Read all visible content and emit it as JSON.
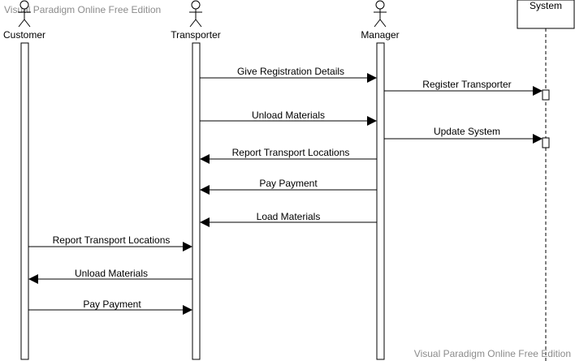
{
  "watermark_top": "Visual Paradigm Online Free Edition",
  "watermark_bottom": "Visual Paradigm Online Free Edition",
  "lifelines": [
    {
      "id": "customer",
      "name": "Customer",
      "kind": "actor"
    },
    {
      "id": "transporter",
      "name": "Transporter",
      "kind": "actor"
    },
    {
      "id": "manager",
      "name": "Manager",
      "kind": "actor"
    },
    {
      "id": "system",
      "name": "System",
      "kind": "object"
    }
  ],
  "messages": [
    {
      "label": "Give Registration Details",
      "from": "transporter",
      "to": "manager"
    },
    {
      "label": "Register Transporter",
      "from": "manager",
      "to": "system"
    },
    {
      "label": "Unload Materials",
      "from": "transporter",
      "to": "manager"
    },
    {
      "label": "Update System",
      "from": "manager",
      "to": "system"
    },
    {
      "label": "Report Transport Locations",
      "from": "manager",
      "to": "transporter"
    },
    {
      "label": "Pay Payment",
      "from": "manager",
      "to": "transporter"
    },
    {
      "label": "Load Materials",
      "from": "manager",
      "to": "transporter"
    },
    {
      "label": "Report Transport Locations",
      "from": "customer",
      "to": "transporter"
    },
    {
      "label": "Unload Materials",
      "from": "transporter",
      "to": "customer"
    },
    {
      "label": "Pay Payment",
      "from": "customer",
      "to": "transporter"
    }
  ],
  "colors": {
    "line": "#000000",
    "watermark": "#8c8c8c",
    "background": "#ffffff"
  }
}
